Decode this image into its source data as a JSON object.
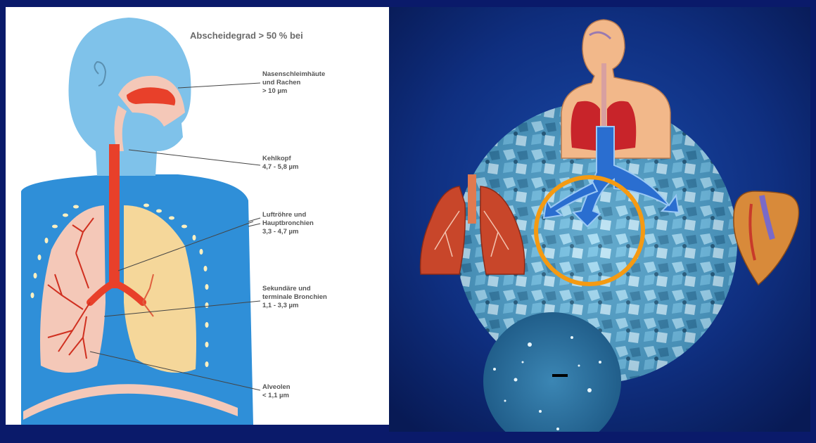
{
  "colors": {
    "slide_background": "#0a1a6a",
    "body_blue": "#2f8fd8",
    "head_blue": "#7fc2ea",
    "airway_red": "#e8402a",
    "right_lung": "#f5d79a",
    "left_lung": "#f4c8b8",
    "highlight_orange": "#f59a12"
  },
  "left_diagram": {
    "title": "Abscheidegrad > 50 % bei",
    "labels": [
      {
        "lines": [
          "Nasenschleimhäute",
          "und Rachen",
          "> 10 µm"
        ]
      },
      {
        "lines": [
          "Kehlkopf",
          "4,7 - 5,8 µm"
        ]
      },
      {
        "lines": [
          "Luftröhre und",
          "Hauptbronchien",
          "3,3 - 4,7 µm"
        ]
      },
      {
        "lines": [
          "Sekundäre und",
          "terminale Bronchien",
          "1,1 - 3,3 µm"
        ]
      },
      {
        "lines": [
          "Alveolen",
          "< 1,1 µm"
        ]
      }
    ]
  },
  "right_image": {
    "icons": [
      "human-torso-icon",
      "lungs-icon",
      "heart-icon",
      "arrow-icon",
      "particle-micrograph",
      "highlight-circle"
    ]
  }
}
